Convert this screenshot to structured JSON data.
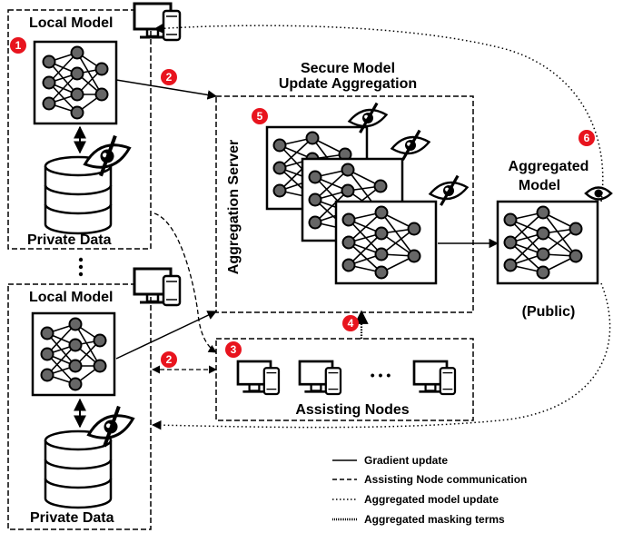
{
  "labels": {
    "local_model_top": "Local Model",
    "local_model_bottom": "Local Model",
    "private_data_top": "Private Data",
    "private_data_bottom": "Private Data",
    "secure_title_line1": "Secure Model",
    "secure_title_line2": "Update Aggregation",
    "aggregation_server": "Aggregation Server",
    "aggregated_line1": "Aggregated",
    "aggregated_line2": "Model",
    "public": "(Public)",
    "assisting_nodes": "Assisting Nodes",
    "ellipsis": "• • •"
  },
  "steps": [
    "1",
    "2",
    "2",
    "3",
    "4",
    "5",
    "6"
  ],
  "legend": [
    {
      "label": "Gradient update",
      "style": "solid"
    },
    {
      "label": "Assisting Node communication",
      "style": "dashed"
    },
    {
      "label": "Aggregated model update",
      "style": "dotted"
    },
    {
      "label": "Aggregated masking terms",
      "style": "dense-dotted"
    }
  ],
  "colors": {
    "badge": "#e8141e",
    "line": "#000000",
    "node_dark": "#666666",
    "node_light": "#ffffff"
  },
  "icons": [
    "computer-icon",
    "phone-icon",
    "database-icon",
    "eye-slash-icon",
    "eye-icon",
    "neural-network-icon"
  ]
}
